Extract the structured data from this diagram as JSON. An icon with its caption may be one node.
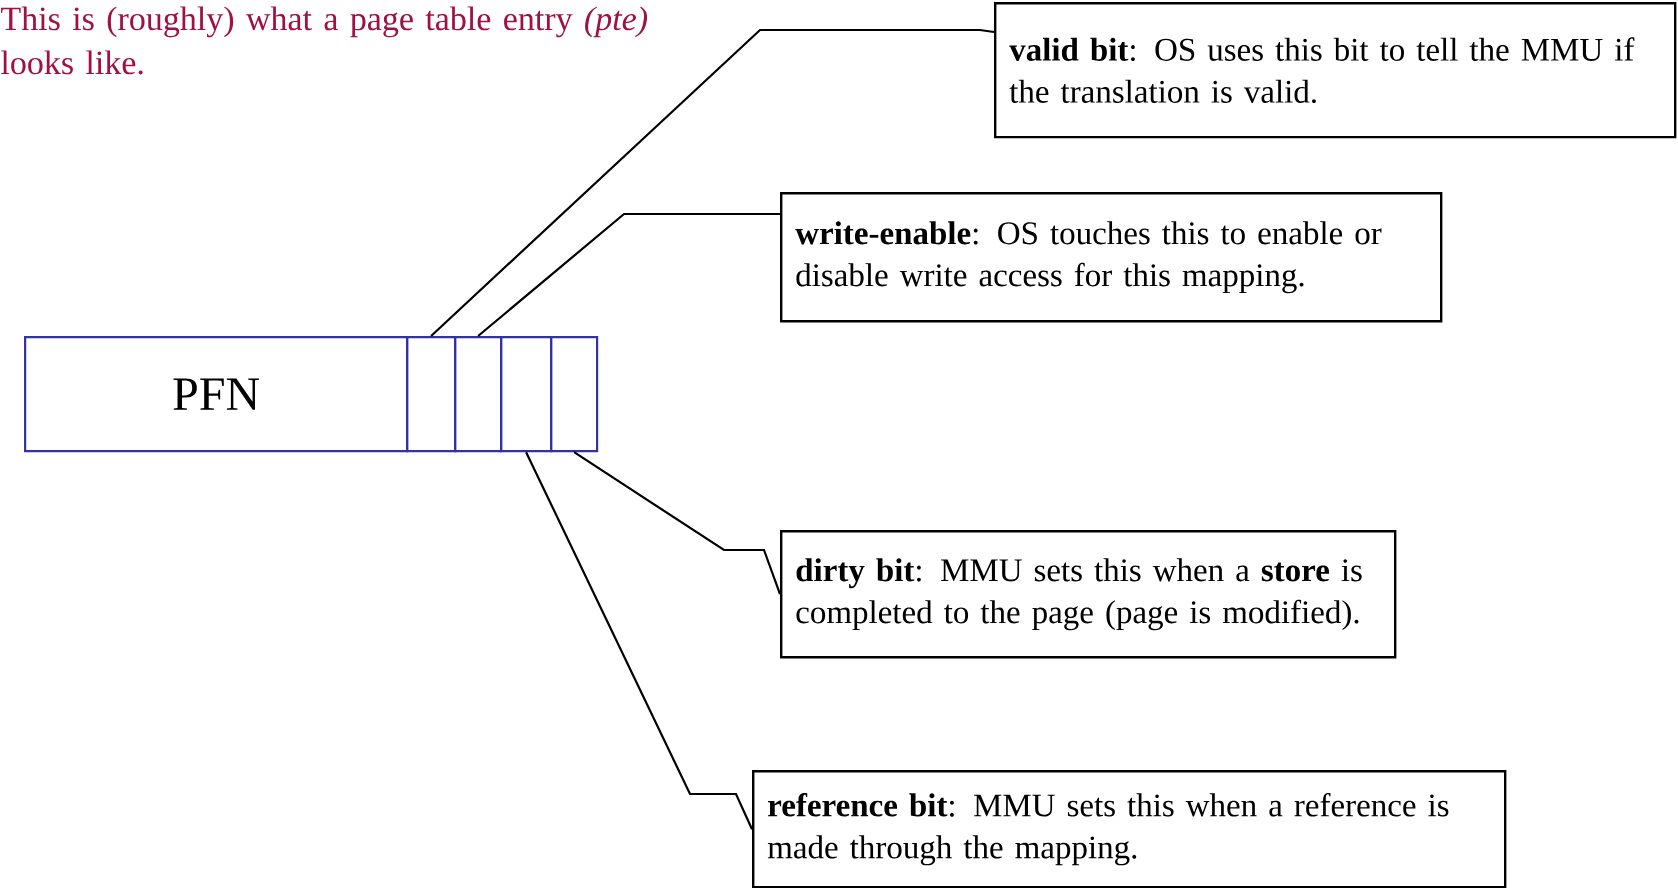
{
  "diagram": {
    "title": "This is (roughly) what a page table entry *(pte)* looks like.",
    "nodes": [
      {
        "text": [
          "**valid bit**: OS uses this bit to tell the MMU if the translation is valid."
        ]
      },
      {
        "text": [
          "**write-enable**: OS touches this to enable or disable write access for this mapping."
        ]
      },
      {
        "text": [
          "PFN"
        ]
      },
      {
        "text": [],
        "shape": "box"
      },
      {
        "text": [],
        "shape": "box"
      },
      {
        "text": [],
        "shape": "box"
      },
      {
        "text": [],
        "shape": "box"
      },
      {
        "text": [
          "**dirty bit**: MMU sets this when a **store** is completed to the page (page is modified)."
        ]
      },
      {
        "text": [
          "**reference bit**: MMU sets this when a reference is made through the mapping."
        ]
      }
    ],
    "edges": [
      {
        "from": 0,
        "to": 3,
        "arrow": "none"
      },
      {
        "from": 1,
        "to": 4,
        "arrow": "none"
      },
      {
        "from": 7,
        "to": 6,
        "arrow": "none"
      },
      {
        "from": 8,
        "to": 5,
        "arrow": "none"
      }
    ]
  }
}
